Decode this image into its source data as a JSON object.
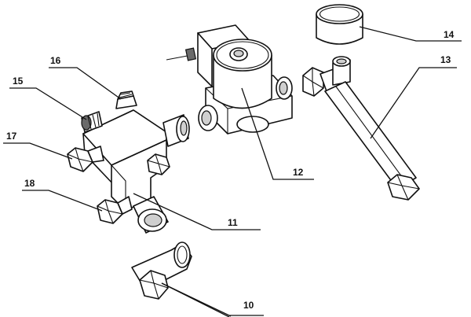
{
  "labels": {
    "l10": "10",
    "l11": "11",
    "l12": "12",
    "l13": "13",
    "l14": "14",
    "l15": "15",
    "l16": "16",
    "l17": "17",
    "l18": "18"
  }
}
